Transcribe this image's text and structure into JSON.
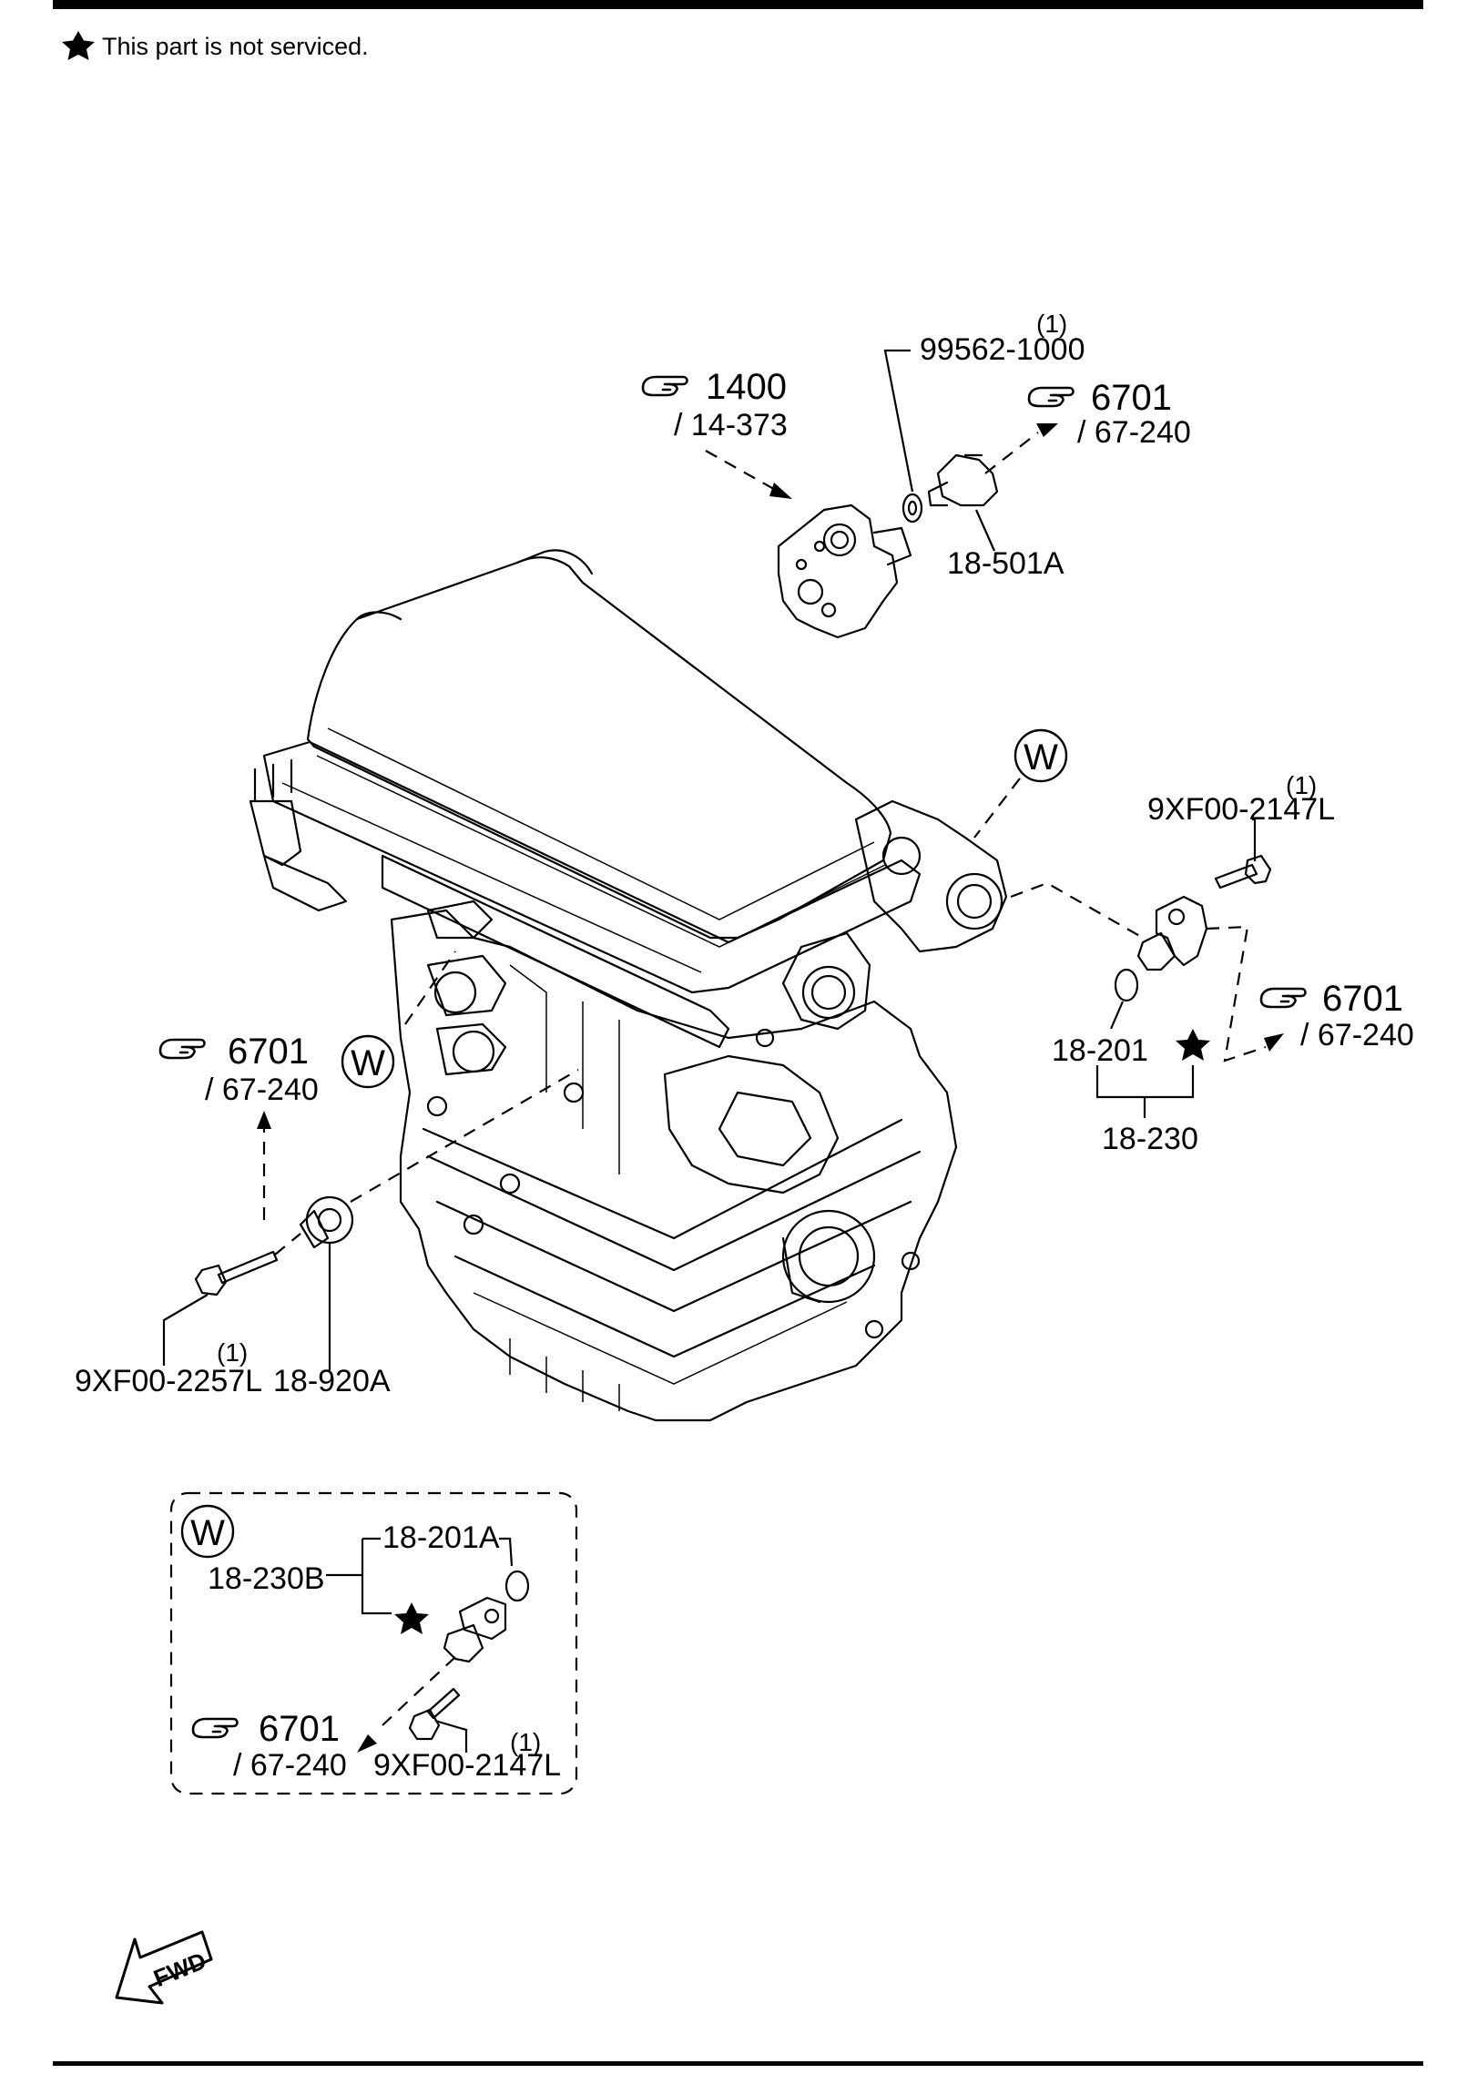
{
  "header_note": "This part is not serviced.",
  "icons": [
    "star-icon",
    "pointing-hand-icon",
    "fwd-arrow-icon"
  ],
  "callouts": {
    "ref_1400": {
      "number": "1400",
      "page": "/ 14-373"
    },
    "ref_6701_top": {
      "number": "6701",
      "page": "/ 67-240"
    },
    "ref_6701_right": {
      "number": "6701",
      "page": "/ 67-240"
    },
    "ref_6701_left": {
      "number": "6701",
      "page": "/ 67-240"
    },
    "ref_6701_inset": {
      "number": "6701",
      "page": "/ 67-240"
    }
  },
  "parts": {
    "p_99562": {
      "code": "99562-1000",
      "qty": "(1)"
    },
    "p_18_501A": {
      "code": "18-501A"
    },
    "p_9XF00_2147L_right": {
      "code": "9XF00-2147L",
      "qty": "(1)"
    },
    "p_18_201": {
      "code": "18-201"
    },
    "p_18_230": {
      "code": "18-230"
    },
    "p_9XF00_2257L": {
      "code": "9XF00-2257L",
      "qty": "(1)"
    },
    "p_18_920A": {
      "code": "18-920A"
    },
    "p_18_230B": {
      "code": "18-230B"
    },
    "p_18_201A": {
      "code": "18-201A"
    },
    "p_9XF00_2147L_inset": {
      "code": "9XF00-2147L",
      "qty": "(1)"
    }
  },
  "markers": {
    "w": "W"
  },
  "fwd_label": "FWD"
}
